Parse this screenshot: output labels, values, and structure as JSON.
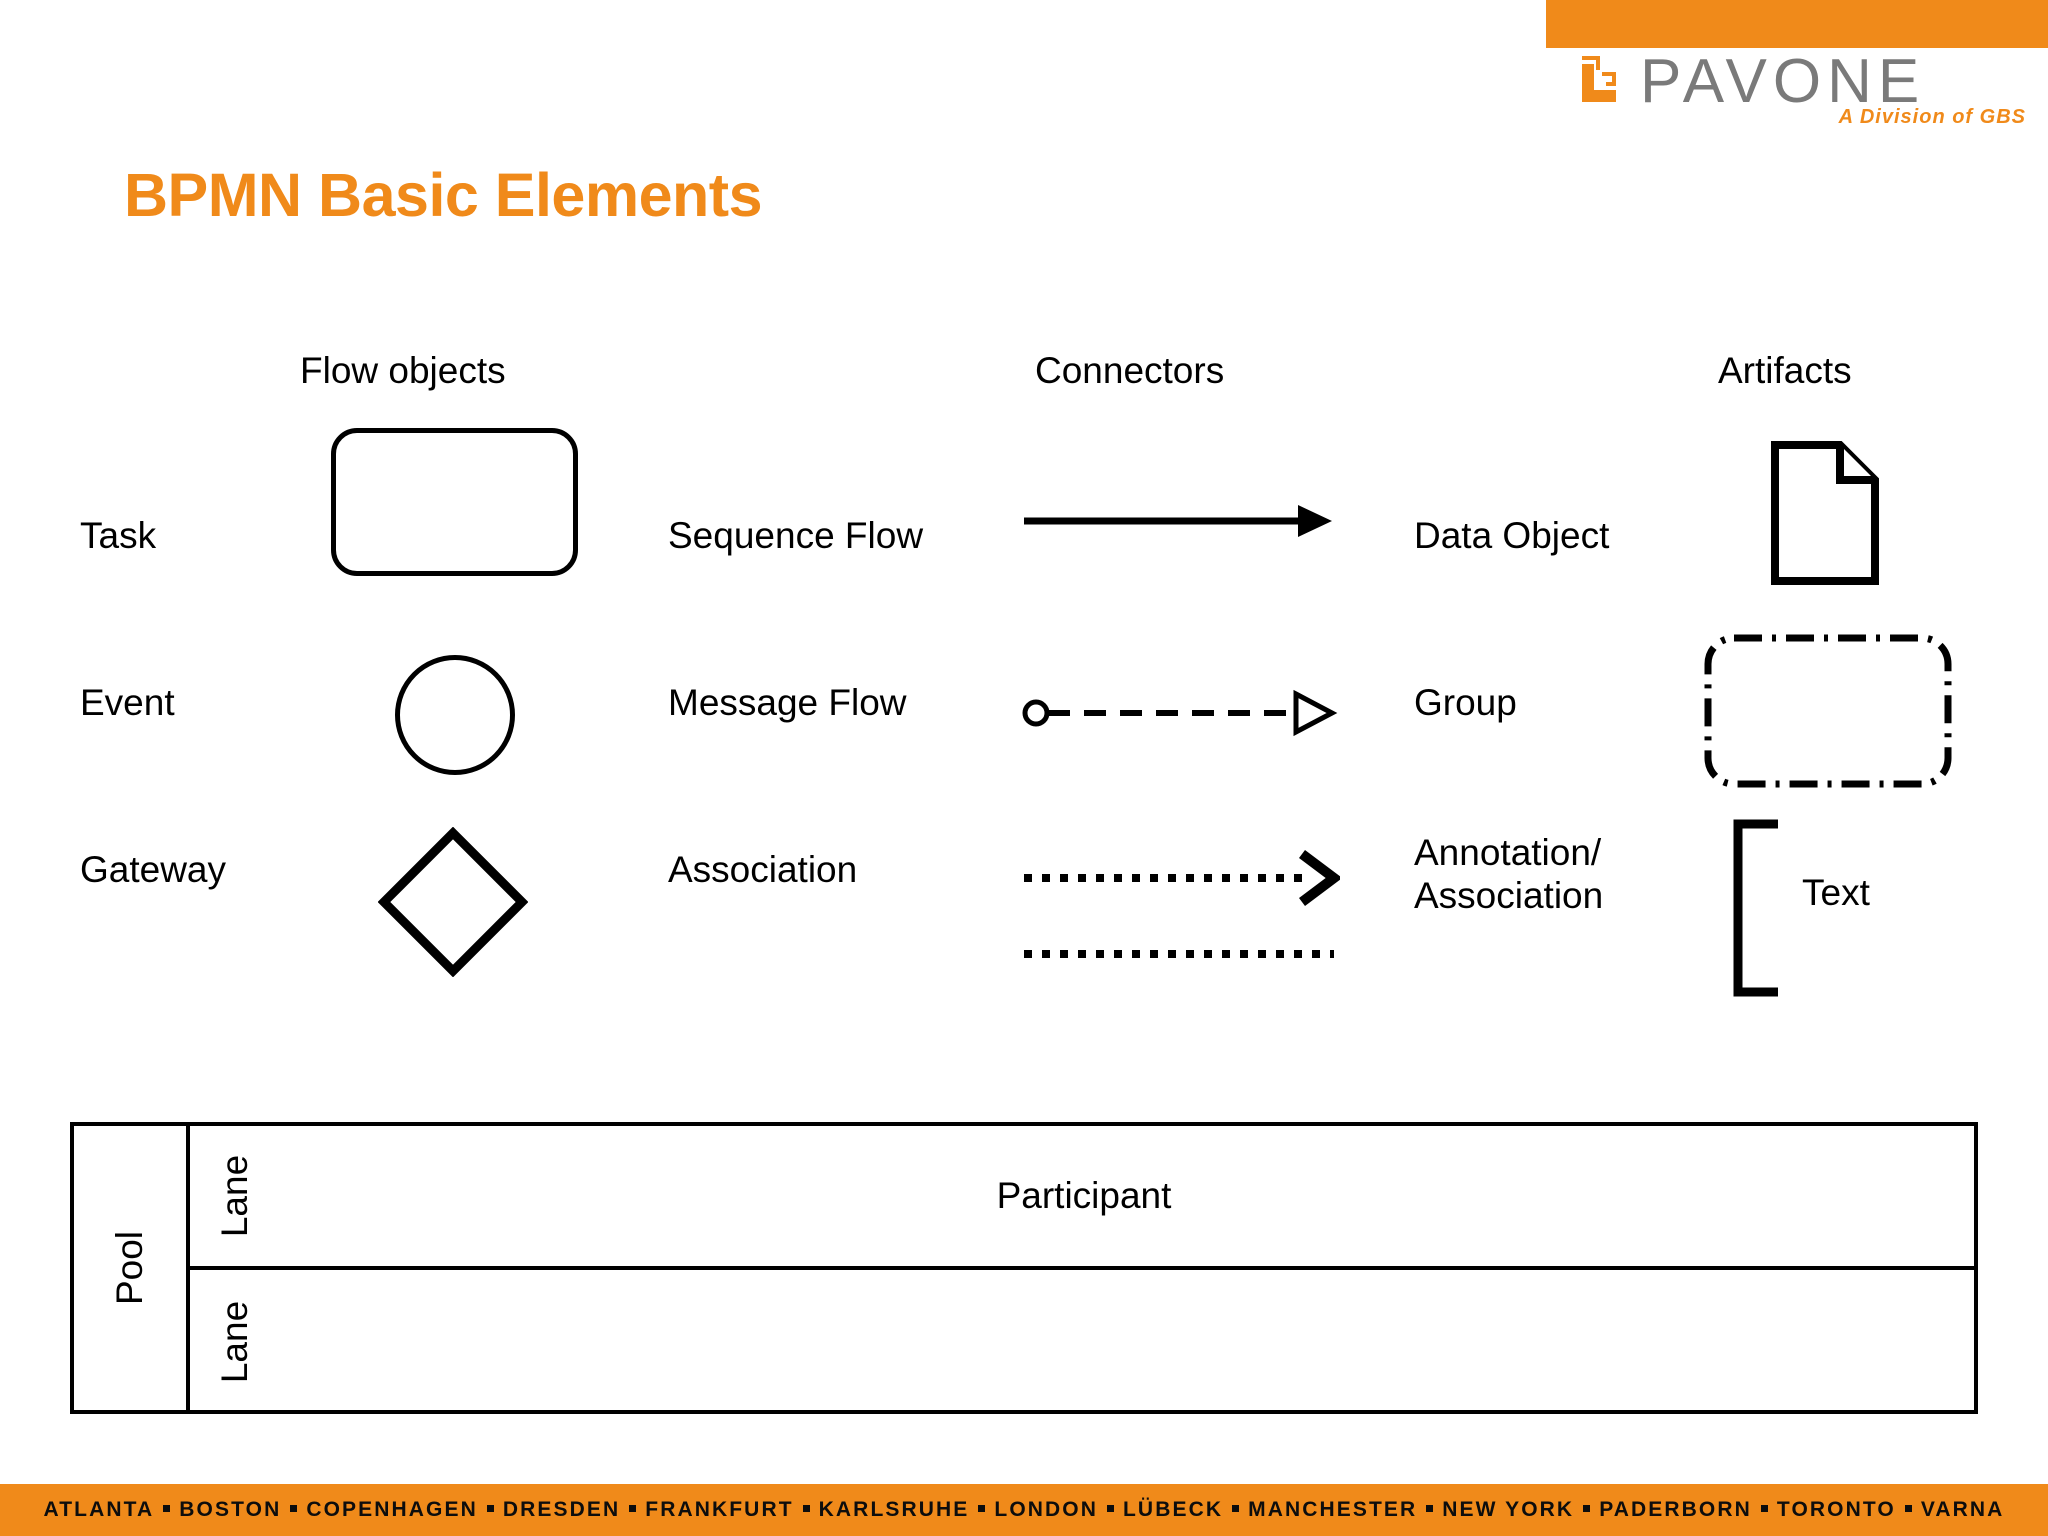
{
  "brand": {
    "logo_word": "PAVONE",
    "tagline": "A Division of GBS",
    "accent_color": "#F08A1A",
    "logo_gray": "#7A7A7A",
    "logo_mark_icon": "pavone-bracket-logo-icon"
  },
  "title": "BPMN Basic Elements",
  "columns": {
    "flow_objects": "Flow objects",
    "connectors": "Connectors",
    "artifacts": "Artifacts"
  },
  "flow_objects": [
    {
      "label": "Task",
      "shape": "rounded-rectangle"
    },
    {
      "label": "Event",
      "shape": "circle"
    },
    {
      "label": "Gateway",
      "shape": "diamond"
    }
  ],
  "connectors": [
    {
      "label": "Sequence Flow",
      "shape": "solid-line-filled-arrow"
    },
    {
      "label": "Message Flow",
      "shape": "dashed-line-open-circle-open-arrow"
    },
    {
      "label": "Association",
      "shape": "dotted-line-chevron-arrow"
    }
  ],
  "artifacts": [
    {
      "label": "Data Object",
      "shape": "document-folded-corner"
    },
    {
      "label": "Group",
      "shape": "dash-dot-rounded-rectangle"
    },
    {
      "label": "Annotation/\nAssociation",
      "label_line1": "Annotation/",
      "label_line2": "Association",
      "shape": "bracket",
      "text": "Text"
    }
  ],
  "pool": {
    "pool_label": "Pool",
    "lanes": [
      {
        "label": "Lane",
        "content": "Participant"
      },
      {
        "label": "Lane",
        "content": ""
      }
    ]
  },
  "footer": {
    "cities": [
      "ATLANTA",
      "BOSTON",
      "COPENHAGEN",
      "DRESDEN",
      "FRANKFURT",
      "KARLSRUHE",
      "LONDON",
      "LÜBECK",
      "MANCHESTER",
      "NEW YORK",
      "PADERBORN",
      "TORONTO",
      "VARNA"
    ]
  }
}
